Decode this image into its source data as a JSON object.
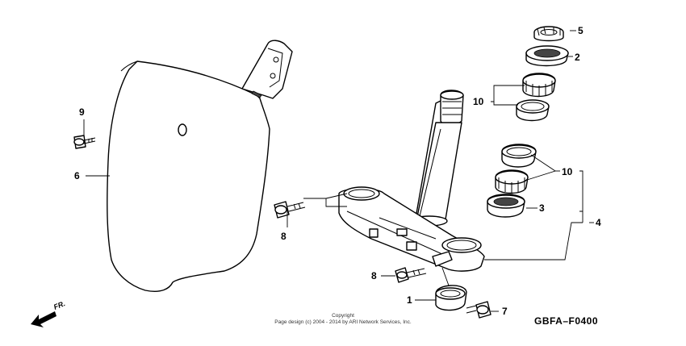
{
  "diagram": {
    "code": "GBFA–F0400",
    "direction_label": "FR.",
    "copyright_line1": "Copyright",
    "copyright_line2": "Page design (c) 2004 - 2014 by ARI Network Services, Inc."
  },
  "callouts": [
    {
      "id": "c1",
      "label": "1"
    },
    {
      "id": "c2",
      "label": "2"
    },
    {
      "id": "c3",
      "label": "3"
    },
    {
      "id": "c4",
      "label": "4"
    },
    {
      "id": "c5",
      "label": "5"
    },
    {
      "id": "c6",
      "label": "6"
    },
    {
      "id": "c7",
      "label": "7"
    },
    {
      "id": "c8a",
      "label": "8"
    },
    {
      "id": "c8b",
      "label": "8"
    },
    {
      "id": "c9",
      "label": "9"
    },
    {
      "id": "c10a",
      "label": "10"
    },
    {
      "id": "c10b",
      "label": "10"
    }
  ]
}
